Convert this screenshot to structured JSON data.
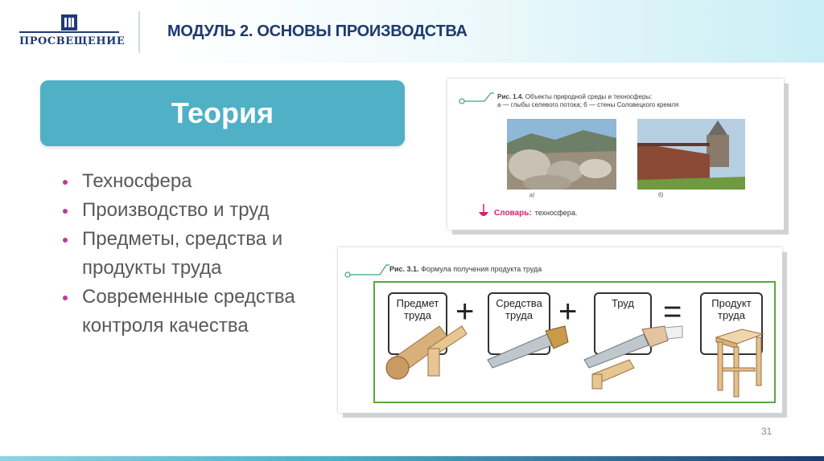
{
  "header": {
    "brand": "ПРОСВЕЩЕНИЕ",
    "module_title": "МОДУЛЬ 2. ОСНОВЫ ПРОИЗВОДСТВА"
  },
  "theory": {
    "title": "Теория"
  },
  "bullets": [
    "Техносфера",
    "Производство и труд",
    "Предметы, средства и продукты труда",
    "Современные средства контроля качества"
  ],
  "figure1": {
    "caption_num": "Рис. 1.4.",
    "caption_text": "Объекты природной среды и техносферы:",
    "caption_line2": "а — глыбы селевого потока; б — стены Соловецкого кремля",
    "label_a": "а)",
    "label_b": "б)",
    "slovar_title": "Словарь:",
    "slovar_value": "техносфера."
  },
  "figure2": {
    "caption_num": "Рис. 3.1.",
    "caption_text": "Формула получения продукта труда",
    "boxes": [
      "Предмет труда",
      "Средства труда",
      "Труд",
      "Продукт труда"
    ],
    "ops": [
      "+",
      "+",
      "="
    ]
  },
  "page_number": "31",
  "colors": {
    "accent": "#4fb0c6",
    "navy": "#1d3a6e",
    "bullet": "#c0399b",
    "frame": "#5aa73c"
  }
}
